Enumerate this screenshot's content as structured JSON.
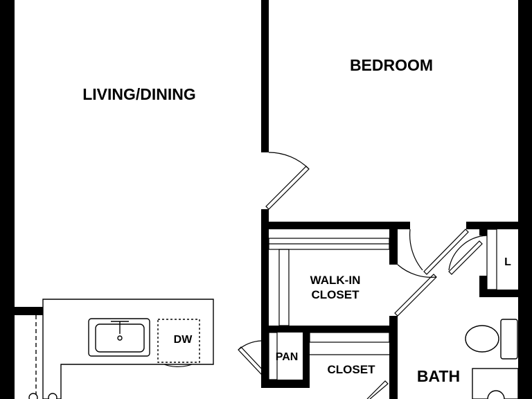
{
  "colors": {
    "wall": "#000000",
    "background": "#ffffff",
    "fixture_line": "#000000",
    "fixture_fill": "#ffffff"
  },
  "rooms": {
    "living_dining": "LIVING/DINING",
    "bedroom": "BEDROOM",
    "walk_in_closet_line1": "WALK-IN",
    "walk_in_closet_line2": "CLOSET",
    "pantry": "PAN",
    "closet": "CLOSET",
    "bath": "BATH",
    "linen": "L"
  },
  "fixtures": {
    "dishwasher": "DW"
  }
}
